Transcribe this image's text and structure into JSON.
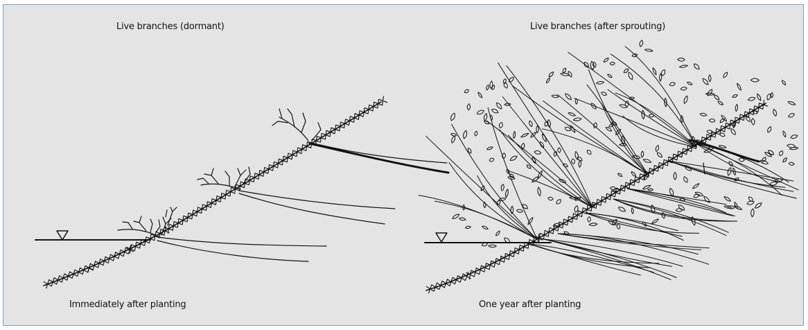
{
  "left_panel": {
    "top_label": "Live branches (dormant)",
    "bottom_label": "Immediately after planting"
  },
  "right_panel": {
    "top_label": "Live branches (after sprouting)",
    "bottom_label": "One year after planting"
  },
  "colors": {
    "background": "#e4e4e4",
    "frame_border": "#7f9fc6",
    "ink": "#111111"
  },
  "icons": {
    "water_level": "water-level-triangle-icon",
    "slope": "slope-hatch-line"
  }
}
